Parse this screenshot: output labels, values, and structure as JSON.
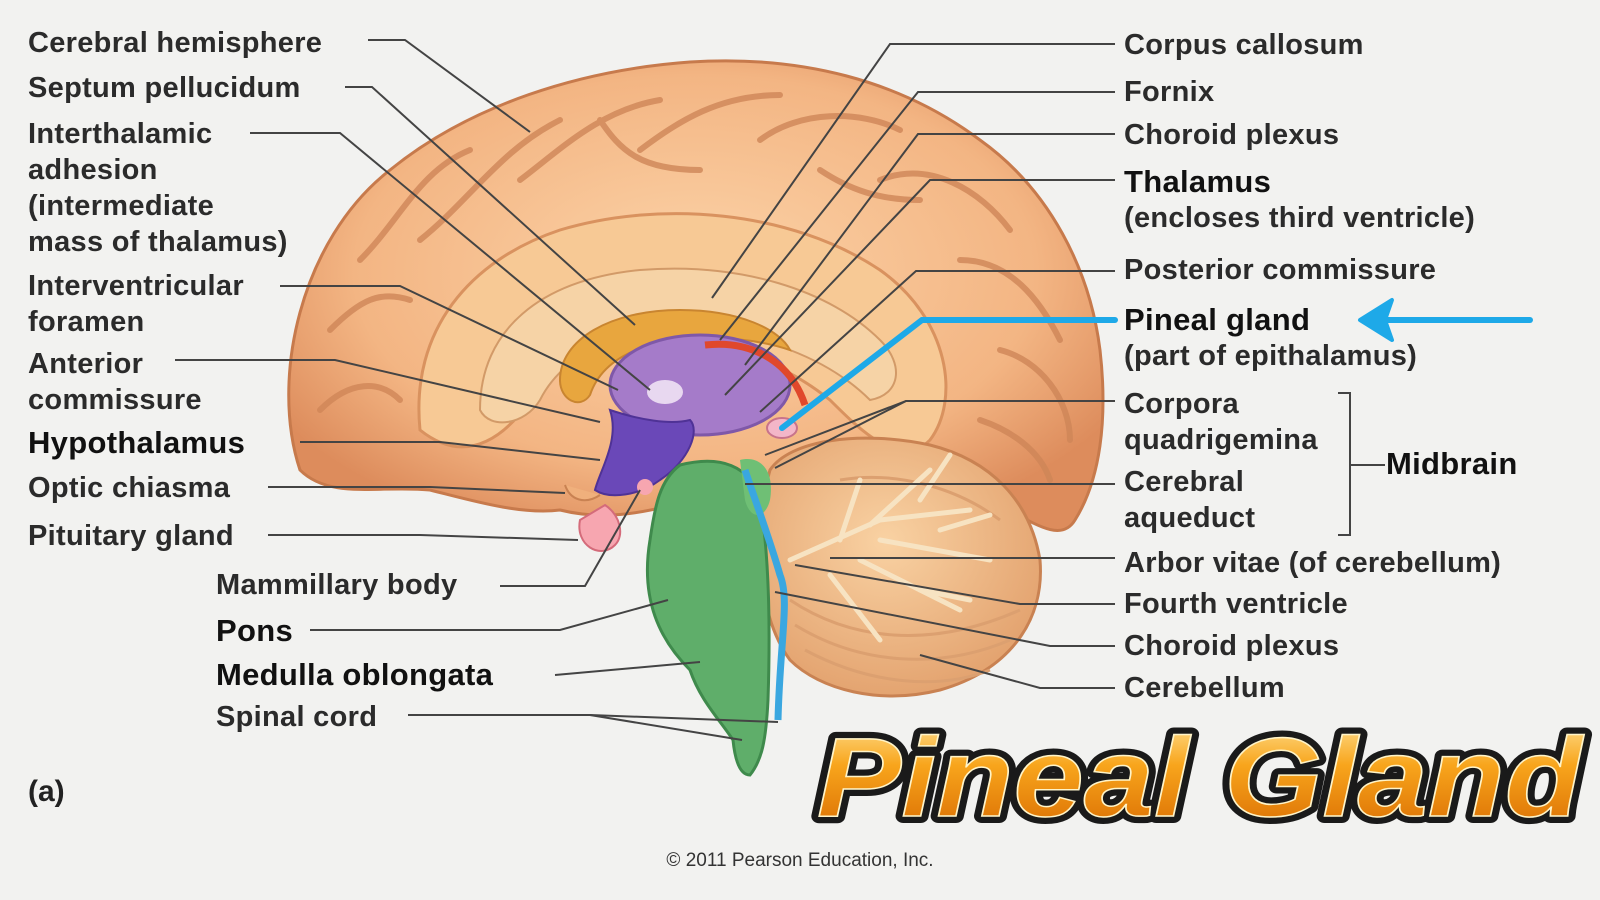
{
  "labels_left": {
    "cerebral_hemisphere": "Cerebral hemisphere",
    "septum_pellucidum": "Septum pellucidum",
    "interthalamic_1": "Interthalamic",
    "interthalamic_2": "adhesion",
    "interthalamic_3": "(intermediate",
    "interthalamic_4": "mass of thalamus)",
    "interventricular_1": "Interventricular",
    "interventricular_2": "foramen",
    "anterior_1": "Anterior",
    "anterior_2": "commissure",
    "hypothalamus": "Hypothalamus",
    "optic_chiasma": "Optic chiasma",
    "pituitary_gland": "Pituitary gland",
    "mammillary_body": "Mammillary body",
    "pons": "Pons",
    "medulla_oblongata": "Medulla oblongata",
    "spinal_cord": "Spinal cord"
  },
  "labels_right": {
    "corpus_callosum": "Corpus callosum",
    "fornix": "Fornix",
    "choroid_plexus_top": "Choroid plexus",
    "thalamus": "Thalamus",
    "thalamus_note": "(encloses third ventricle)",
    "posterior_commissure": "Posterior commissure",
    "pineal_gland": "Pineal gland",
    "pineal_note": "(part of epithalamus)",
    "corpora_1": "Corpora",
    "corpora_2": "quadrigemina",
    "cerebral_aqueduct_1": "Cerebral",
    "cerebral_aqueduct_2": "aqueduct",
    "midbrain": "Midbrain",
    "arbor_vitae": "Arbor vitae (of cerebellum)",
    "fourth_ventricle": "Fourth ventricle",
    "choroid_plexus_bottom": "Choroid plexus",
    "cerebellum": "Cerebellum"
  },
  "panel_letter": "(a)",
  "copyright": "© 2011 Pearson Education, Inc.",
  "title_overlay": "Pineal Gland",
  "colors": {
    "background": "#f2f2f0",
    "cortex": "#f3b98a",
    "cortex_shadow": "#d9865a",
    "thalamus": "#9a6fc0",
    "hypothalamus": "#6b49b8",
    "brainstem": "#5fae6a",
    "ventricle": "#3aa7e0",
    "pointer": "#1ea9e8",
    "title_fill": "#f29a10",
    "title_outline": "#1a1a1a"
  }
}
